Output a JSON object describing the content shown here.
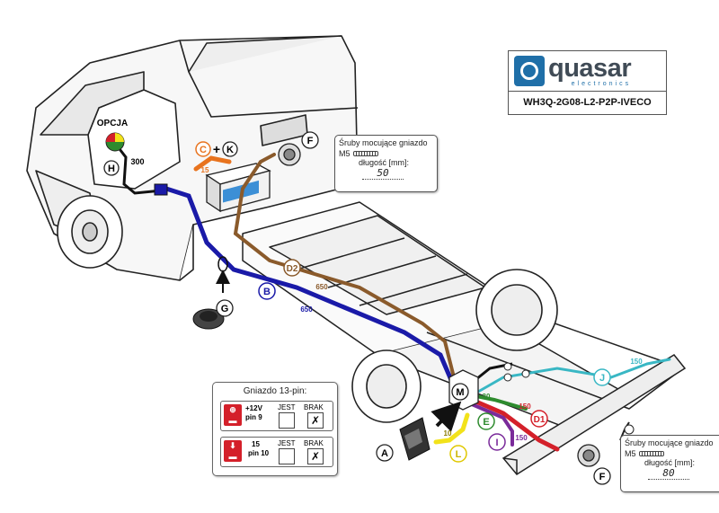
{
  "logo": {
    "name": "quasar",
    "sub": "electronics",
    "code": "WH3Q-2G08-L2-P2P-IVECO"
  },
  "labels": {
    "opcja": "OPCJA",
    "H": "H",
    "C": "C",
    "plus": "+",
    "K": "K",
    "F": "F",
    "D2": "D2",
    "B": "B",
    "G": "G",
    "M": "M",
    "A": "A",
    "L": "L",
    "E": "E",
    "I": "I",
    "D1": "D1",
    "J": "J"
  },
  "lengths": {
    "h": "300",
    "c": "15",
    "d2": "650",
    "b": "650",
    "l": "10",
    "e": "30",
    "d1": "150",
    "i": "150",
    "j": "150"
  },
  "callout_top": {
    "title": "Śruby mocujące gniazdo",
    "size": "M5",
    "len_label": "długość [mm]:",
    "len_value": "50"
  },
  "callout_bottom": {
    "title": "Śruby mocujące gniazdo",
    "size": "M5",
    "len_label": "długość [mm]:",
    "len_value": "80"
  },
  "legend": {
    "title": "Gniazdo 13-pin:",
    "col_yes": "JEST",
    "col_no": "BRAK",
    "rows": [
      {
        "icon": "plus-battery-icon",
        "line1": "+12V",
        "line2": "pin 9",
        "mark": "✗"
      },
      {
        "icon": "arrow-battery-icon",
        "line1": "15",
        "line2": "pin 10",
        "mark": "✗"
      }
    ]
  },
  "colors": {
    "blue": "#1a1aa8",
    "brown": "#8a5a2b",
    "orange": "#e8731e",
    "red": "#d4202a",
    "green": "#2e8b2e",
    "purple": "#7a2a9a",
    "cyan": "#39b7c4",
    "yellow": "#f2e21a"
  }
}
